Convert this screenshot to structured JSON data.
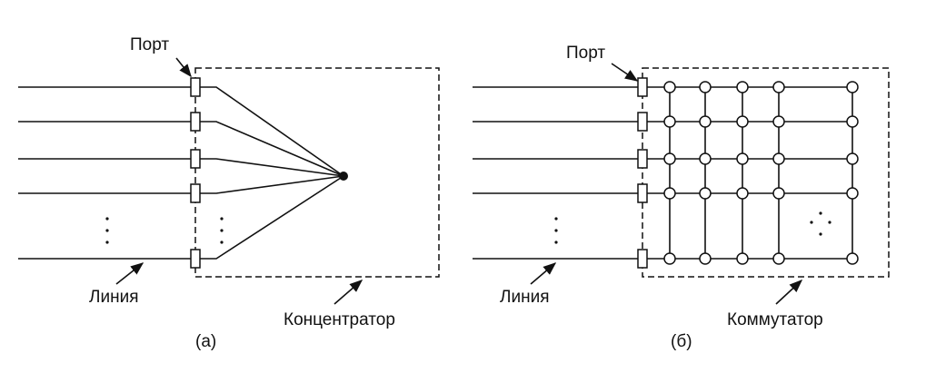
{
  "left_diagram": {
    "port_label": "Порт",
    "line_label": "Линия",
    "device_label": "Концентратор",
    "caption": "(а)"
  },
  "right_diagram": {
    "port_label": "Порт",
    "line_label": "Линия",
    "device_label": "Коммутатор",
    "caption": "(б)"
  }
}
